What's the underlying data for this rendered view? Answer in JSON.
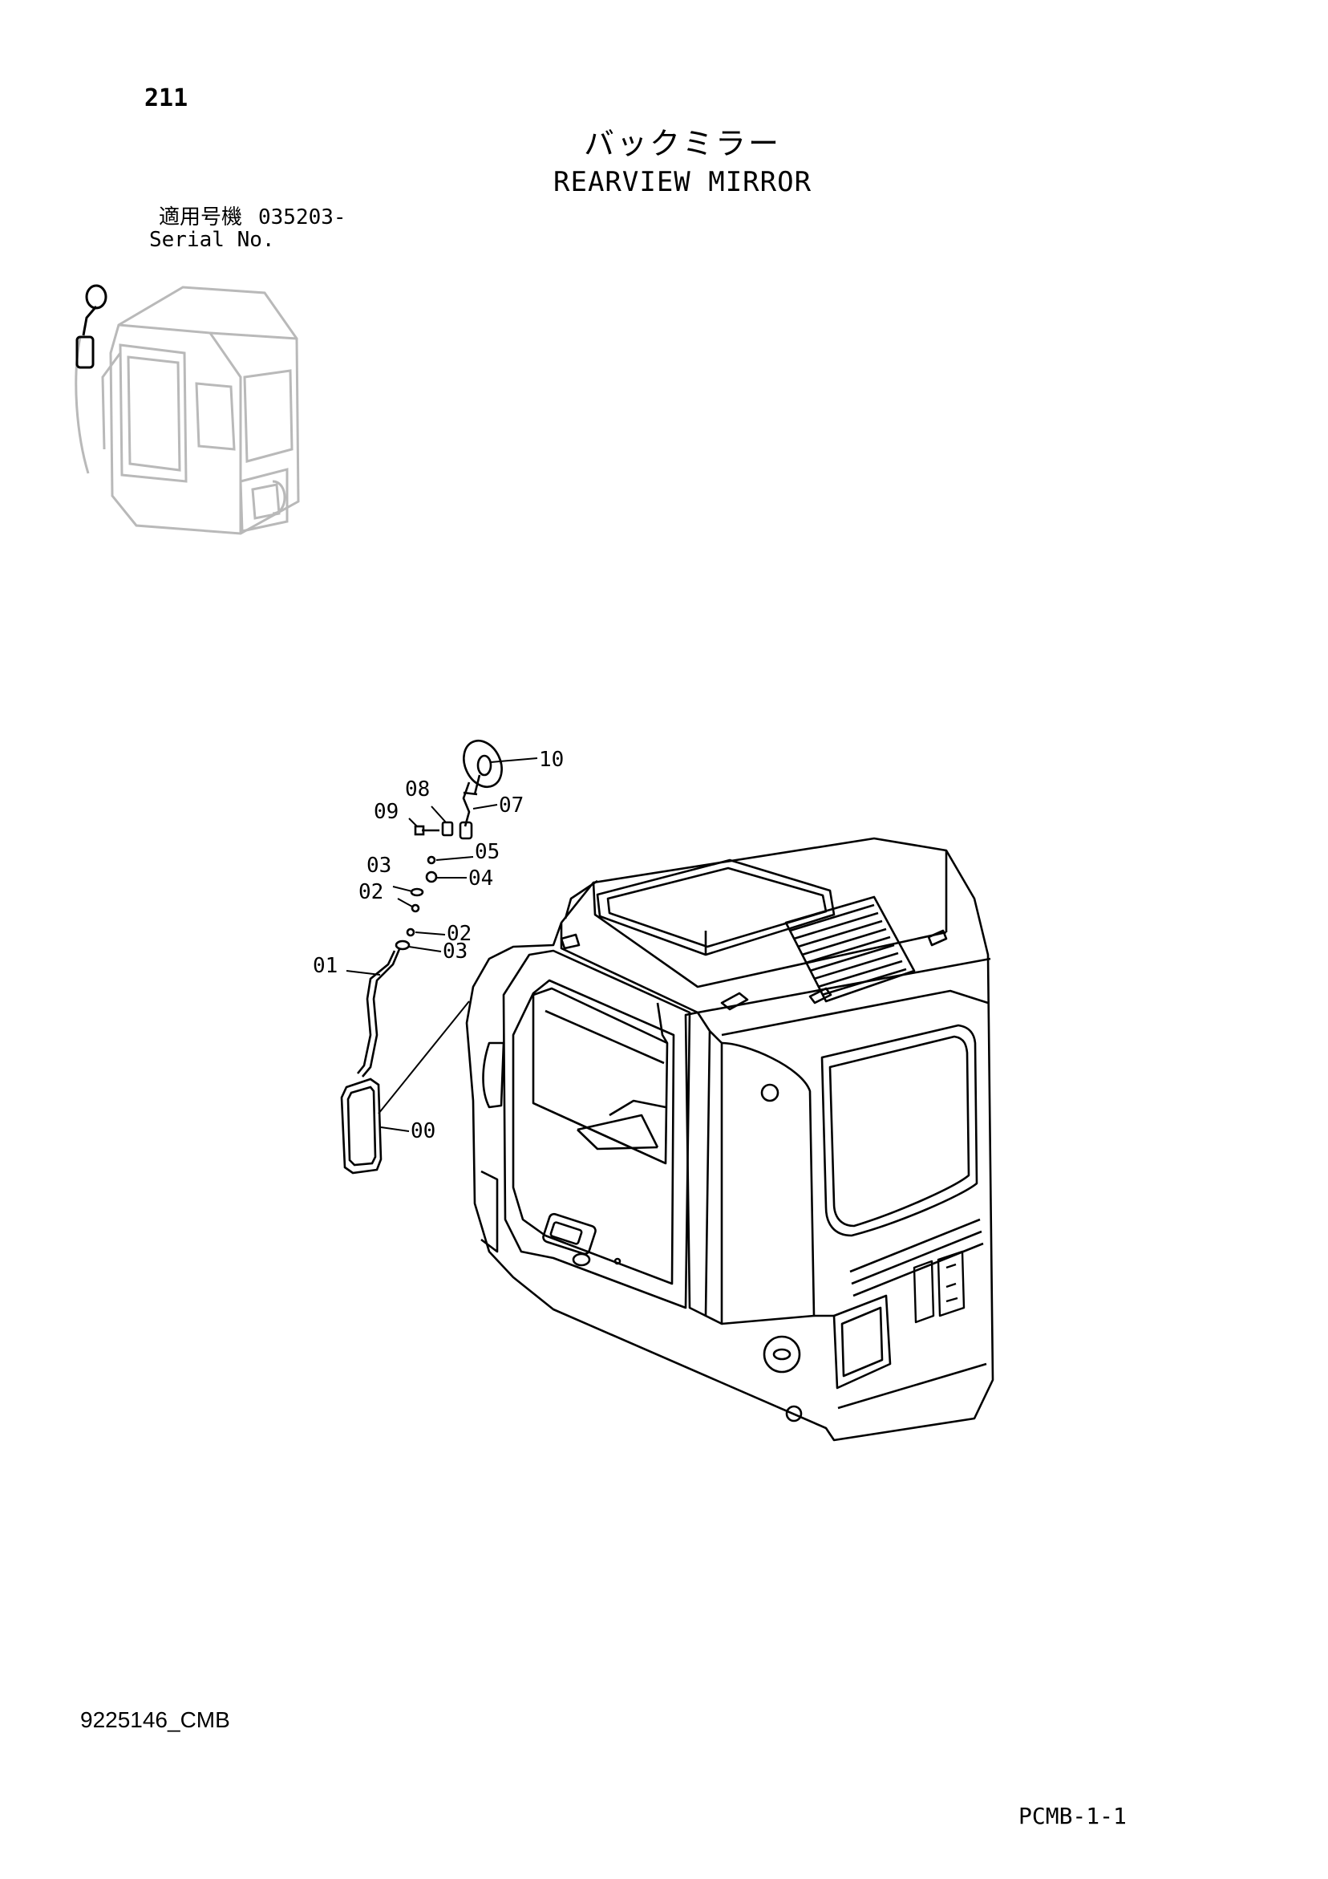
{
  "page": {
    "number": "211",
    "title_jp": "バックミラー",
    "title_en": "REARVIEW MIRROR"
  },
  "serial": {
    "label_jp": "適用号機",
    "value": "035203-",
    "label_en": "Serial No."
  },
  "footer": {
    "doc_code": "9225146_CMB",
    "sheet_code": "PCMB-1-1"
  },
  "callouts": [
    "10",
    "08",
    "07",
    "09",
    "05",
    "03",
    "04",
    "02",
    "02",
    "03",
    "01",
    "00"
  ]
}
